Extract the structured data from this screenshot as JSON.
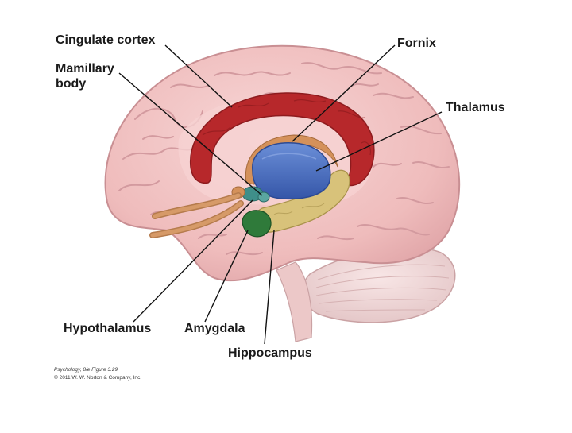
{
  "labels": {
    "cingulate_cortex": "Cingulate cortex",
    "mamillary_body_line1": "Mamillary",
    "mamillary_body_line2": "body",
    "fornix": "Fornix",
    "thalamus": "Thalamus",
    "hypothalamus": "Hypothalamus",
    "amygdala": "Amygdala",
    "hippocampus": "Hippocampus"
  },
  "credit": {
    "line1": "Psychology, 8/e Figure 3.29",
    "line2": "© 2011 W. W. Norton & Company, Inc."
  },
  "colors": {
    "brain_pink": "#f2c6c6",
    "cingulate_red": "#b7282b",
    "thalamus_blue": "#4a6fc0",
    "hippocampus_yellow": "#d8c27a",
    "amygdala_green": "#2f7a3a",
    "hypothalamus_teal": "#3f8f8a",
    "olfactory_tan": "#c9895a",
    "cerebellum": "#f3dede"
  }
}
